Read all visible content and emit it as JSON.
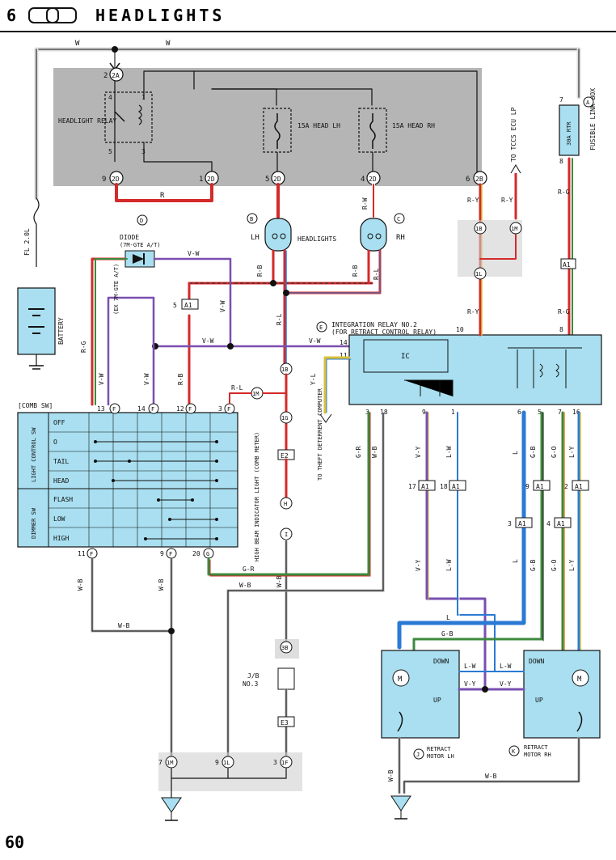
{
  "header": {
    "section_number": "6",
    "title": "HEADLIGHTS"
  },
  "page_number": "60",
  "colors": {
    "relay_box": "#9a9a9a",
    "module": "#a9dff0",
    "red": "#d42a2a",
    "blue": "#2a7ad4",
    "purple": "#7a4fb0",
    "orange": "#e68a2e",
    "green": "#3d8a3d",
    "yellow": "#d8c23a",
    "gray": "#8c8c8c",
    "black": "#111111"
  },
  "components": {
    "headlight_relay": "HEADLIGHT RELAY",
    "fuse_head_lh": "15A HEAD LH",
    "fuse_head_rh": "15A HEAD RH",
    "fuse_30a": "30A RTR",
    "fusible_link_box": "FUSIBLE LINK BOX",
    "fusible_link_box_code": "A",
    "fl": "FL 2.0L",
    "battery": "BATTERY",
    "diode": "DIODE (7M-GTE A/T)",
    "diode_code": "D",
    "ex_note": "(EX 7M-GTE A/T)",
    "headlights": "HEADLIGHTS",
    "lh": "LH",
    "rh": "RH",
    "lh_code": "B",
    "rh_code": "C",
    "integration_relay_line1": "INTEGRATION RELAY NO.2",
    "integration_relay_line2": "(FOR RETRACT CONTROL RELAY)",
    "integration_relay_code": "E",
    "ic": "IC",
    "tccs": "TO TCCS ECU LP",
    "theft": "TO THEFT DETERRENT COMPUTER",
    "high_beam": "HIGH BEAM INDICATOR LIGHT (COMB METER)",
    "jb3": "J/B NO.3",
    "retract_lh": "RETRACT MOTOR LH",
    "retract_rh": "RETRACT MOTOR RH",
    "retract_lh_code": "J",
    "retract_rh_code": "K",
    "down": "DOWN",
    "up": "UP",
    "motor": "M",
    "comb_sw": "[COMB SW]",
    "light_control_sw": "LIGHT CONTROL SW",
    "dimmer_sw": "DIMMER SW"
  },
  "comb_switch_rows": [
    "OFF",
    "O",
    "TAIL",
    "HEAD",
    "FLASH",
    "LOW",
    "HIGH"
  ],
  "connectors": [
    "2A",
    "2D",
    "2D",
    "2D",
    "2D",
    "2B",
    "1B",
    "1M",
    "1L",
    "A1",
    "1B",
    "1M",
    "1G",
    "E2",
    "H",
    "I",
    "3B",
    "E3",
    "1M",
    "1L",
    "1F",
    "F",
    "G"
  ],
  "pins": {
    "relay_top": "2",
    "relay_4": "4",
    "relay_1": "1",
    "relay_5": "5",
    "relay_3": "3",
    "d2_9": "9",
    "d2_1": "1",
    "d2_5": "5",
    "d2_4": "4",
    "b2_6": "6",
    "fl_7": "7",
    "fl_8": "8"
  },
  "wire_codes": {
    "W": "W",
    "R": "R",
    "RW": "R-W",
    "RY": "R-Y",
    "RG": "R-G",
    "RB": "R-B",
    "RL": "R-L",
    "VW": "V-W",
    "YL": "Y-L",
    "GR": "G-R",
    "WB": "W-B",
    "VY": "V-Y",
    "LW": "L-W",
    "L": "L",
    "GB": "G-B",
    "GO": "G-O",
    "LY": "L-Y"
  },
  "relay_pins": [
    "3",
    "18",
    "9",
    "1",
    "6",
    "5",
    "7",
    "16"
  ],
  "relay_top_pins": [
    "14",
    "11",
    "10",
    "8"
  ],
  "comb_top_pins": [
    "13",
    "14",
    "12",
    "3"
  ],
  "comb_bottom_pins": [
    "11",
    "9",
    "20"
  ],
  "ground_labels": [
    "7",
    "9",
    "3"
  ]
}
